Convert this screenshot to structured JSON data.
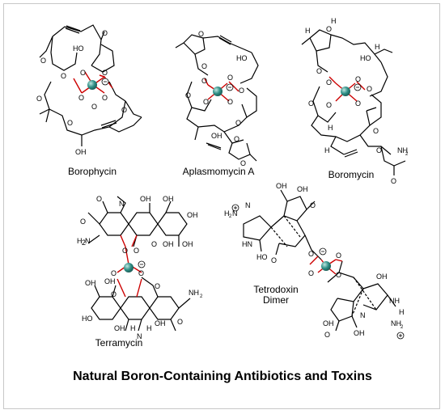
{
  "figure": {
    "title": "Natural Boron-Containing Antibiotics and Toxins",
    "colors": {
      "bond": "#000000",
      "boron_bond": "#cc0000",
      "oxygen_ring": "#cc0000",
      "boron_atom": "#2f8f86",
      "frame": "#c8c8c8"
    }
  },
  "molecules": [
    {
      "name": "Borophycin",
      "charge": "⊖"
    },
    {
      "name": "Aplasmomycin A",
      "charge": "⊖"
    },
    {
      "name": "Boromycin",
      "charge": "⊖"
    },
    {
      "name": "Terramycin",
      "charge": "⊖"
    },
    {
      "name": "Tetrodoxin\nDimer",
      "name_line1": "Tetrodoxin",
      "name_line2": "Dimer",
      "charge": "⊖"
    }
  ],
  "atom_labels": {
    "O": "O",
    "OH": "OH",
    "HO": "HO",
    "H": "H",
    "N": "N",
    "NH": "NH",
    "HN": "HN",
    "NH2": "NH₂",
    "H2N": "H₂N",
    "plus": "⊕"
  }
}
